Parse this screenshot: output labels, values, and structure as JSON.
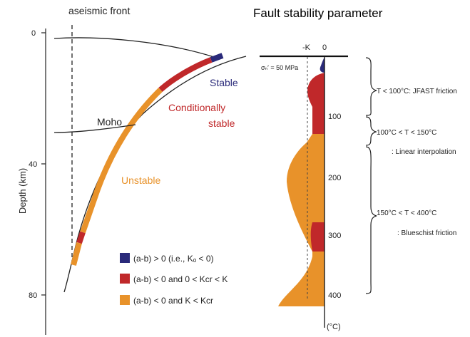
{
  "left_panel": {
    "top_label": "aseismic front",
    "y_axis_title": "Depth (km)",
    "y_ticks": [
      "0",
      "40",
      "80"
    ],
    "moho_label": "Moho",
    "stable_label": "Stable",
    "cond_label_1": "Conditionally",
    "cond_label_2": "stable",
    "unstable_label": "Unstable",
    "legend": [
      {
        "text": "(a-b) > 0 (i.e., Kₒ < 0)",
        "color": "#2a2a7a"
      },
      {
        "text": "(a-b) < 0 and 0 < Kcr < K",
        "color": "#c0282a"
      },
      {
        "text": "(a-b) < 0 and K < Kcr",
        "color": "#e8922a"
      }
    ]
  },
  "right_panel": {
    "title": "Fault stability parameter",
    "top_ticks": [
      "-K",
      "0"
    ],
    "sigma_label": "σₙ′ = 50 MPa",
    "temp_ticks": [
      "100",
      "200",
      "300",
      "400"
    ],
    "temp_unit": "(°C)",
    "brackets": [
      {
        "line1": "T < 100°C: JFAST friction",
        "line2": ""
      },
      {
        "line1": "100°C < T < 150°C",
        "line2": ": Linear interpolation"
      },
      {
        "line1": "150°C < T < 400°C",
        "line2": ": Blueschist friction"
      }
    ]
  },
  "colors": {
    "stable": "#2a2a7a",
    "conditionally_stable": "#c0282a",
    "unstable": "#e8922a"
  }
}
